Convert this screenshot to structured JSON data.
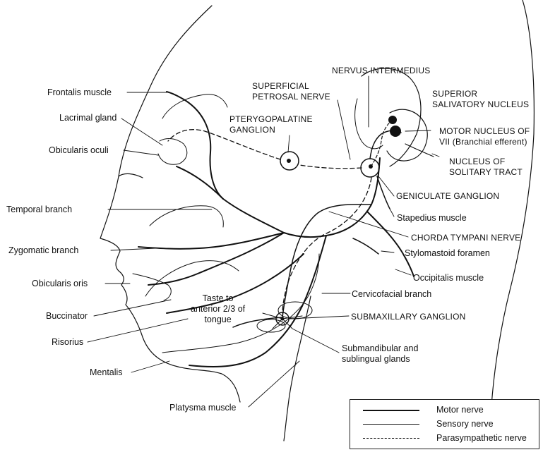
{
  "labels": {
    "frontalis": "Frontalis muscle",
    "lacrimal": "Lacrimal gland",
    "obicularis_oculi": "Obicularis oculi",
    "temporal": "Temporal branch",
    "zygomatic": "Zygomatic branch",
    "obicularis_oris": "Obicularis oris",
    "buccinator": "Buccinator",
    "risorius": "Risorius",
    "mentalis": "Mentalis",
    "platysma": "Platysma muscle",
    "superficial_petrosal_1": "SUPERFICIAL",
    "superficial_petrosal_2": "PETROSAL NERVE",
    "pterygopalatine_1": "PTERYGOPALATINE",
    "pterygopalatine_2": "GANGLION",
    "nervus_intermedius": "NERVUS INTERMEDIUS",
    "superior_salivatory_1": "SUPERIOR",
    "superior_salivatory_2": "SALIVATORY NUCLEUS",
    "motor_nucleus_1": "MOTOR NUCLEUS OF",
    "motor_nucleus_2": "VII (Branchial efferent)",
    "solitary_1": "NUCLEUS OF",
    "solitary_2": "SOLITARY TRACT",
    "geniculate": "GENICULATE GANGLION",
    "stapedius": "Stapedius muscle",
    "chorda": "CHORDA TYMPANI NERVE",
    "stylomastoid": "Stylomastoid foramen",
    "occipitalis": "Occipitalis muscle",
    "cervicofacial": "Cervicofacial branch",
    "taste_1": "Taste to",
    "taste_2": "anterior 2/3 of",
    "taste_3": "tongue",
    "submaxillary": "SUBMAXILLARY GANGLION",
    "submandibular_1": "Submandibular and",
    "submandibular_2": "sublingual glands"
  },
  "legend": {
    "motor": "Motor nerve",
    "sensory": "Sensory nerve",
    "parasympathetic": "Parasympathetic nerve"
  },
  "colors": {
    "ink": "#111111",
    "background": "#ffffff"
  }
}
